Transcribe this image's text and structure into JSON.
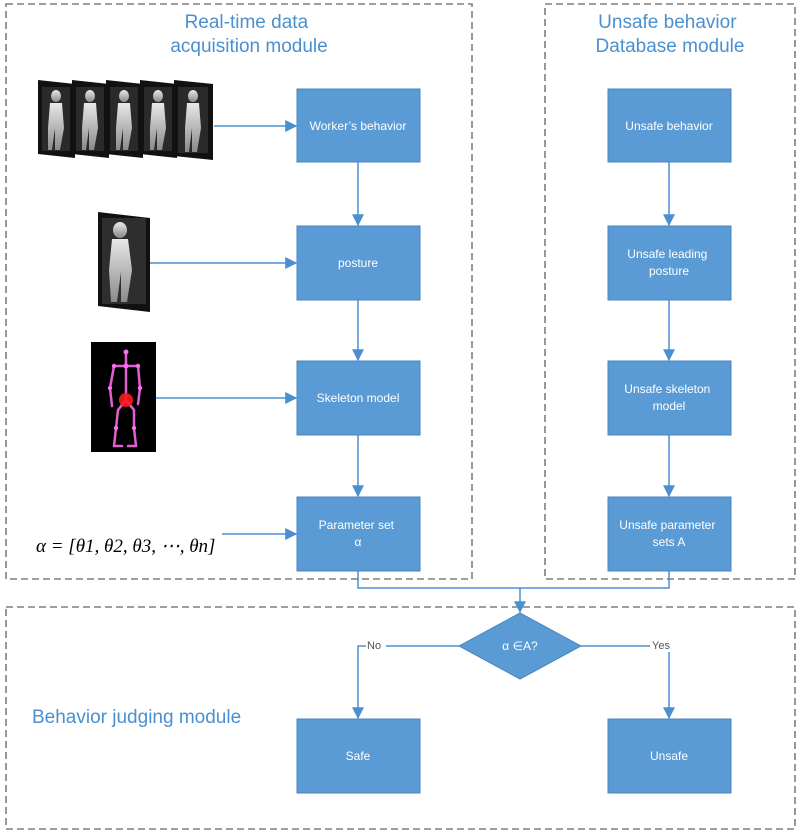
{
  "modules": {
    "realtime": {
      "title_lines": [
        "Real-time data",
        "acquisition module"
      ]
    },
    "database": {
      "title_lines": [
        "Unsafe behavior",
        "Database module"
      ]
    },
    "judging": {
      "title": "Behavior judging module"
    }
  },
  "realtime_steps": {
    "behavior": [
      "Worker’s behavior"
    ],
    "posture": [
      "posture"
    ],
    "skeleton": [
      "Skeleton model"
    ],
    "parameter": [
      "Parameter set",
      "α"
    ]
  },
  "database_steps": {
    "behavior": [
      "Unsafe behavior"
    ],
    "posture": [
      "Unsafe leading",
      "posture"
    ],
    "skeleton": [
      "Unsafe skeleton",
      "model"
    ],
    "parameter": [
      "Unsafe parameter",
      "sets  A"
    ]
  },
  "decision": {
    "label": "α ∈A?",
    "no_label": "No",
    "yes_label": "Yes"
  },
  "outcomes": {
    "safe": "Safe",
    "unsafe": "Unsafe"
  },
  "formula": "α = [θ1, θ2, θ3, ⋯, θn]",
  "colors": {
    "box_fill": "#5b9bd5",
    "line": "#4a90d0",
    "title_text": "#4a90d0",
    "module_border": "#7f7f7f"
  },
  "images": [
    "image-sequence-frames",
    "depth-posture-image",
    "skeleton-model-image"
  ]
}
